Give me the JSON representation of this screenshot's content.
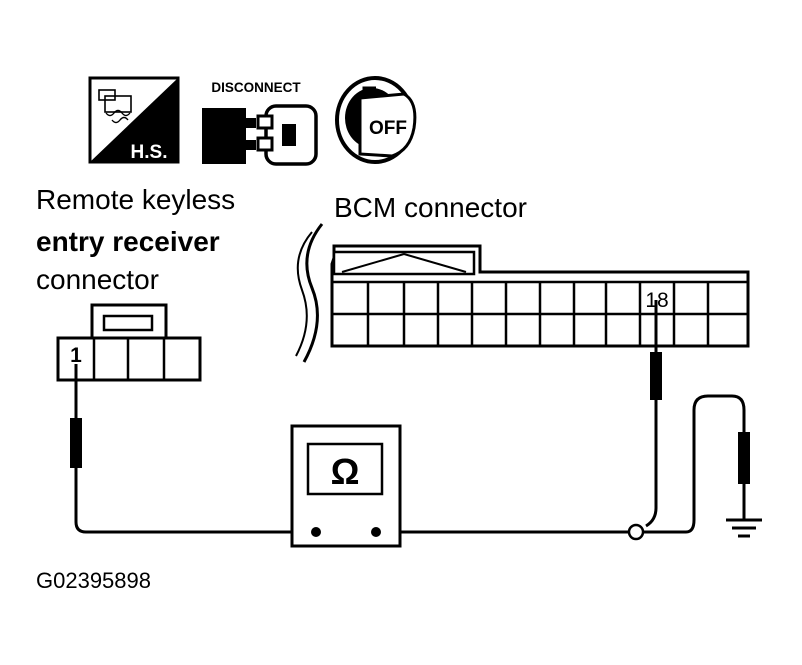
{
  "icons": {
    "harness_side": {
      "label": "H.S."
    },
    "disconnect": {
      "label": "DISCONNECT"
    },
    "ignition": {
      "label": "OFF"
    }
  },
  "receiver_connector": {
    "label_line1": "Remote keyless",
    "label_line2": "entry receiver",
    "label_line3": "connector",
    "terminal": "1"
  },
  "bcm_connector": {
    "label": "BCM connector",
    "terminal": "18"
  },
  "ohmmeter": {
    "symbol": "Ω"
  },
  "figure_id": "G02395898"
}
